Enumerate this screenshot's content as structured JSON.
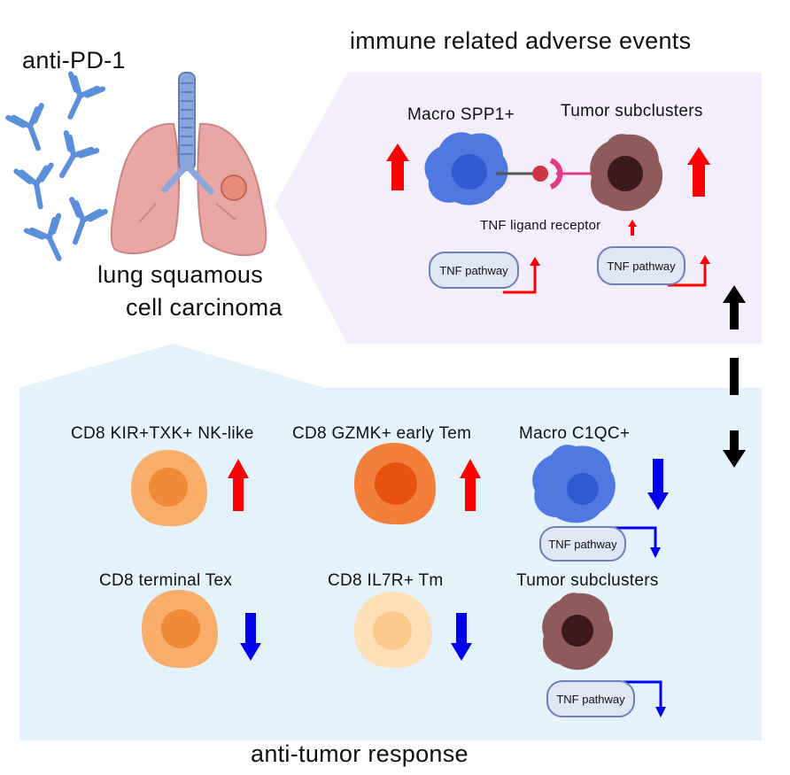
{
  "labels": {
    "drug": "anti-PD-1",
    "disease_line1": "lung squamous",
    "disease_line2": "cell carcinoma",
    "irae_title": "immune related adverse events",
    "antitumor_title": "anti-tumor response",
    "macro_spp1": "Macro SPP1+",
    "tumor_subclusters_top": "Tumor subclusters",
    "tnf_ligand_receptor": "TNF ligand receptor",
    "tnf_pathway_1": "TNF pathway",
    "tnf_pathway_2": "TNF pathway",
    "cd8_kir": "CD8 KIR+TXK+ NK-like",
    "cd8_gzmk": "CD8 GZMK+ early Tem",
    "macro_c1qc": "Macro C1QC+",
    "tnf_pathway_3": "TNF pathway",
    "cd8_terminal": "CD8 terminal Tex",
    "cd8_il7r": "CD8 IL7R+ Tm",
    "tumor_subclusters_bottom": "Tumor subclusters",
    "tnf_pathway_4": "TNF pathway"
  },
  "colors": {
    "irae_panel": "#f4eefc",
    "antitumor_panel": "#e4f3fb",
    "up_arrow": "#ff0000",
    "down_arrow": "#0000ee",
    "antibody": "#5b8fd9",
    "macro": "#4f78e0",
    "tumor": "#8e5a5a",
    "lung": "#e8a6a4",
    "trachea": "#8aa6da"
  },
  "icons": [
    "antibody-icon",
    "lung-icon",
    "macrophage-icon",
    "tumor-cell-icon",
    "t-cell-icon",
    "up-arrow-icon",
    "down-arrow-icon"
  ]
}
